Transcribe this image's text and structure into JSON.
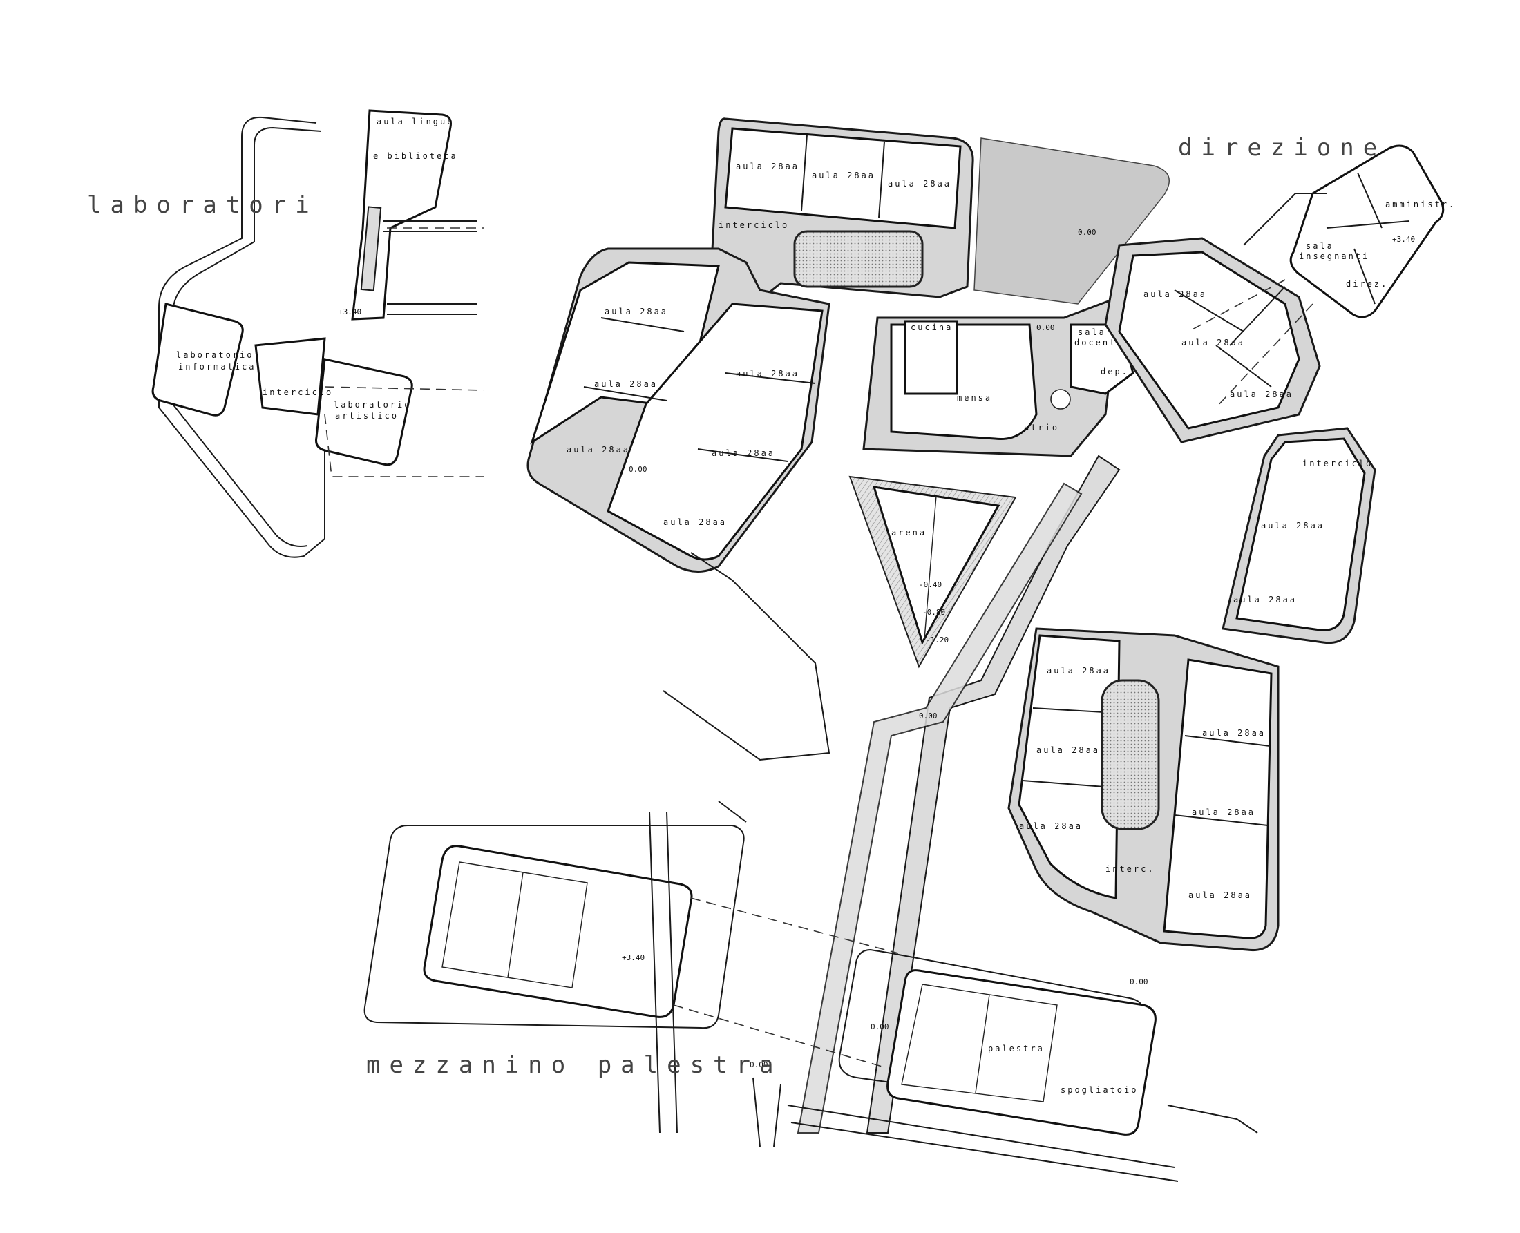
{
  "titles": {
    "laboratori": "laboratori",
    "direzione": "direzione",
    "mezzanino": "mezzanino palestra"
  },
  "rooms": {
    "aula_lingue": "aula lingue",
    "biblioteca": "e biblioteca",
    "lab_informatica_1": "laboratorio",
    "lab_informatica_2": "informatica",
    "lab_artistico_1": "laboratorio",
    "lab_artistico_2": "artistico",
    "interciclo": "interciclo",
    "aula": "aula 28aa",
    "cucina": "cucina",
    "mensa": "mensa",
    "atrio": "atrio",
    "sala_docenti_1": "sala",
    "sala_docenti_2": "docenti",
    "dep": "dep.",
    "arena": "arena",
    "amministrazione": "amministr.",
    "sala_insegnanti_1": "sala",
    "sala_insegnanti_2": "insegnanti",
    "direz": "direz.",
    "interc": "interc.",
    "palestra": "palestra",
    "spogliatoio": "spogliatoio"
  },
  "levels": {
    "plus_340": "+3.40",
    "zero": "0.00",
    "minus_040": "-0.40",
    "minus_080": "-0.80",
    "minus_120": "-1.20"
  }
}
